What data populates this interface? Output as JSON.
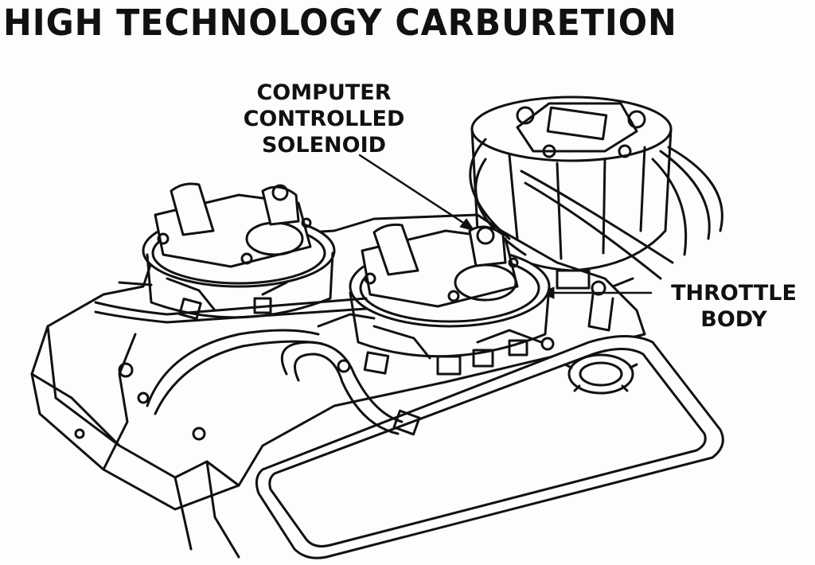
{
  "title": "HIGH TECHNOLOGY CARBURETION",
  "labels": {
    "solenoid": [
      "COMPUTER",
      "CONTROLLED",
      "SOLENOID"
    ],
    "throttle": [
      "THROTTLE",
      "BODY"
    ]
  },
  "colors": {
    "ink": "#111111",
    "paper": "#fdfdfd"
  }
}
